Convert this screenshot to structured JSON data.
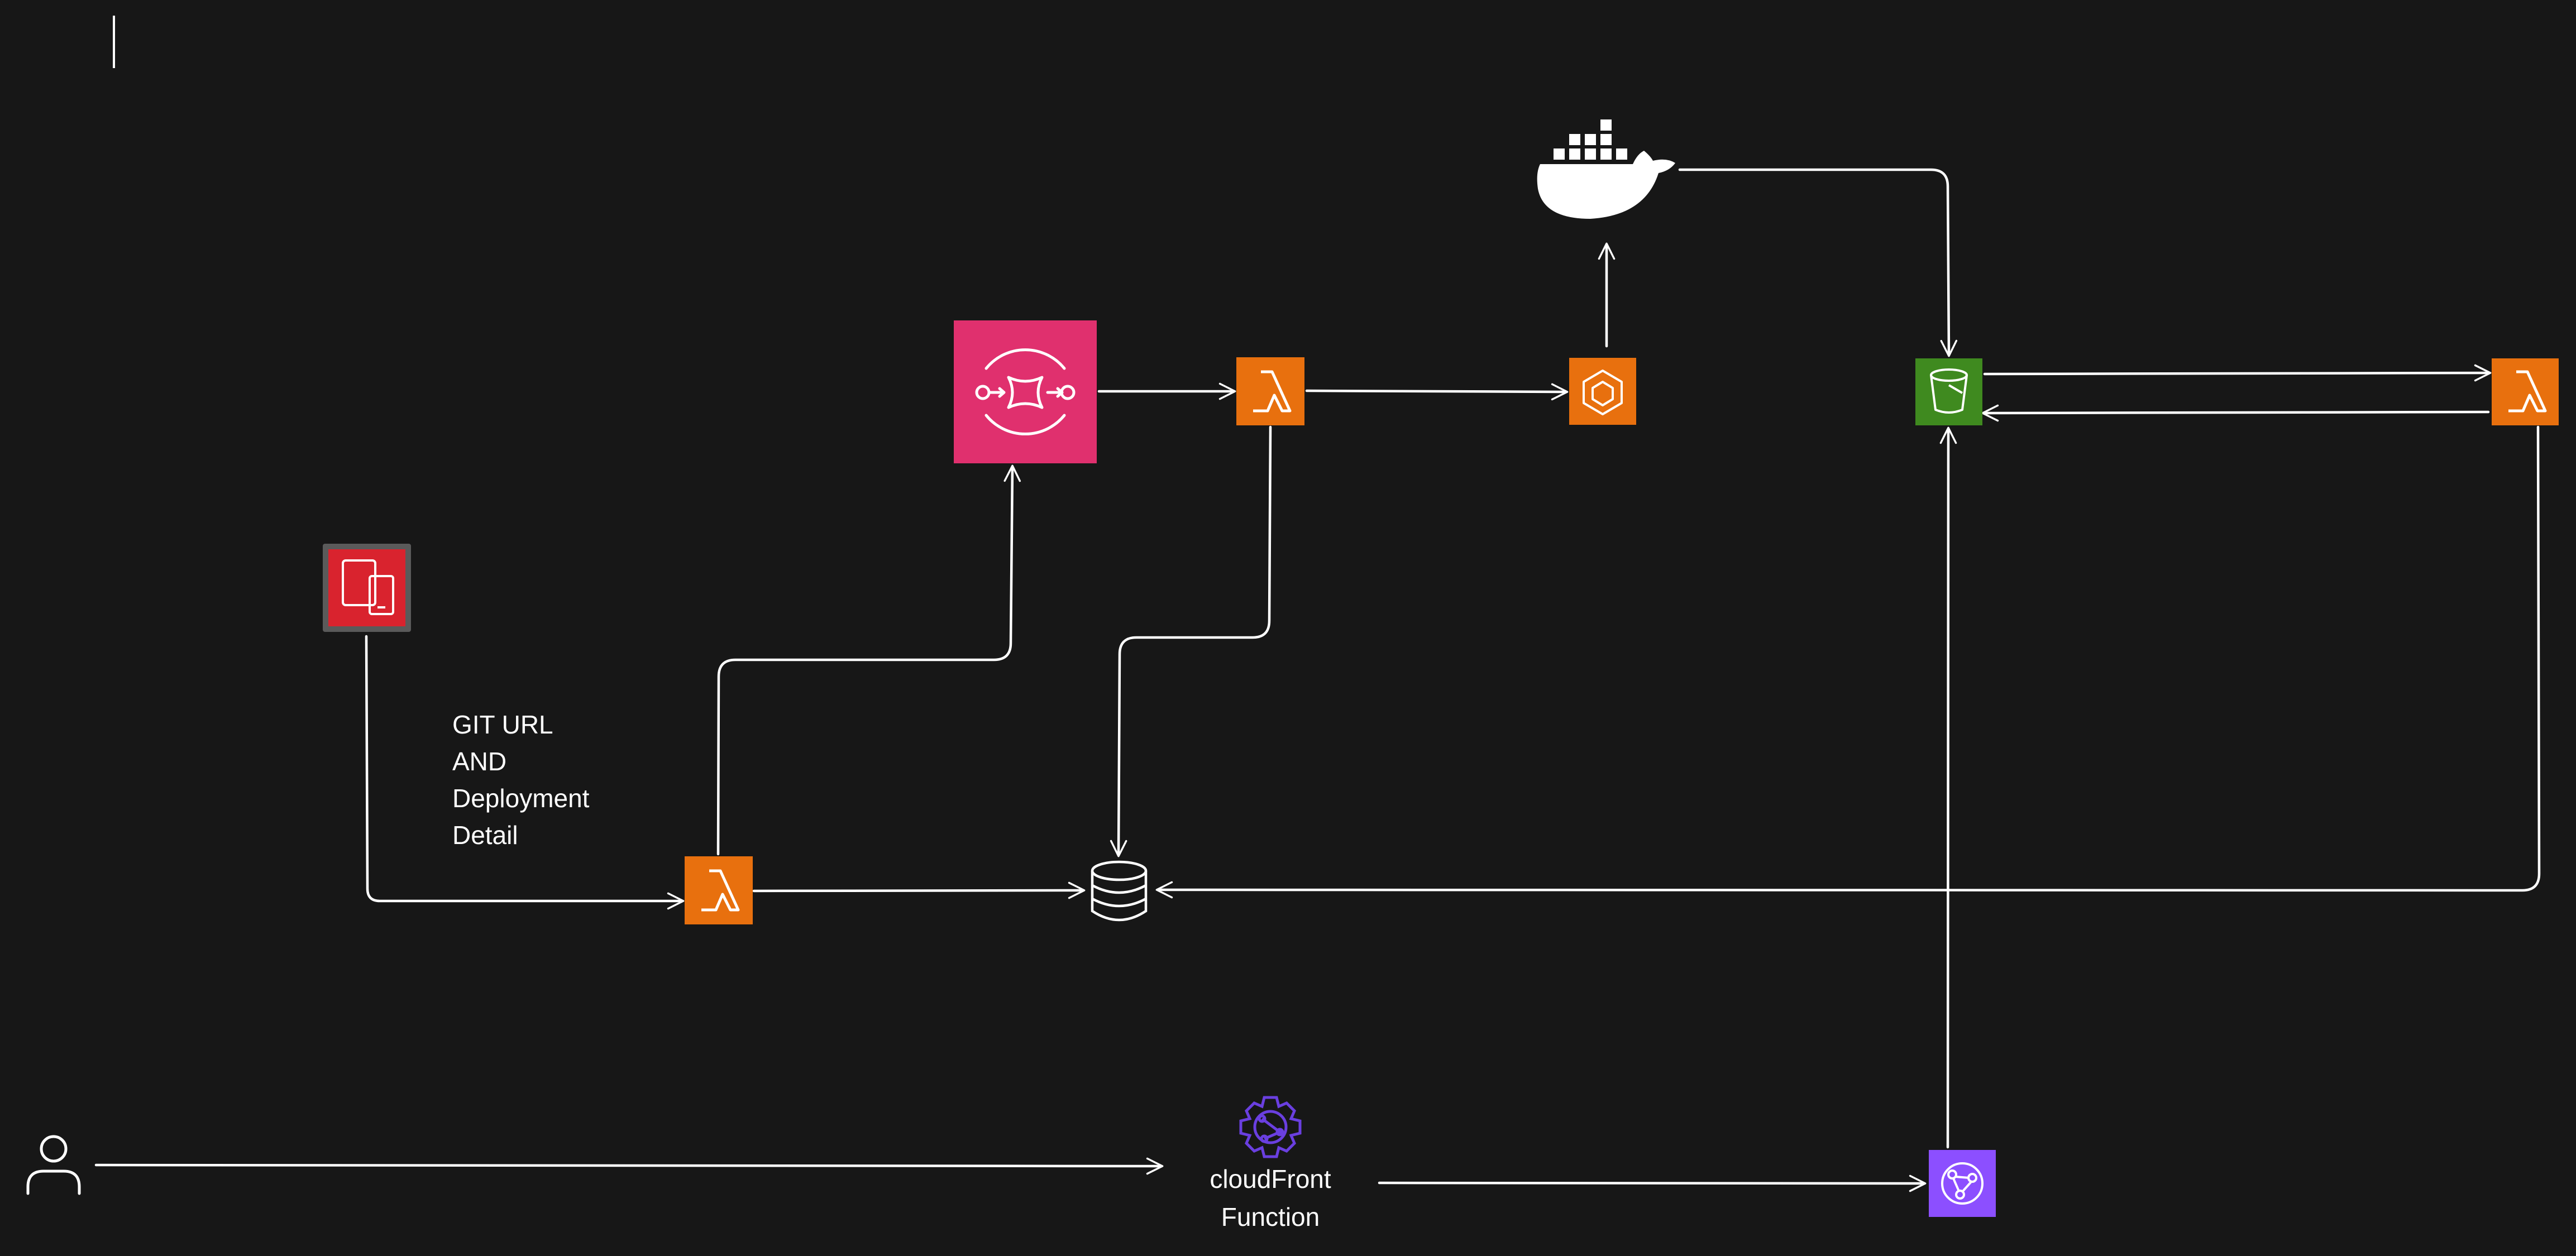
{
  "colors": {
    "background": "#171717",
    "connector": "#ffffff",
    "lambda_orange": "#e8700e",
    "sqs_pink": "#e0306e",
    "s3_green": "#3f8a1f",
    "amplify_red": "#d9232e",
    "cloudfront_purple": "#8c4fff",
    "function_outline": "#6a3fe0"
  },
  "icons": {
    "amplify": "device-mobile-tablet-icon",
    "lambda": "lambda-icon",
    "sqs": "sqs-queue-icon",
    "ecs": "ecs-container-icon",
    "docker": "docker-whale-icon",
    "s3": "s3-bucket-icon",
    "database": "database-cylinder-icon",
    "user": "user-person-icon",
    "cloudfront_function": "gear-network-icon",
    "cloudfront": "cloudfront-globe-icon"
  },
  "labels": {
    "git_line_1": "GIT URL",
    "git_line_2": "AND",
    "git_line_3": "Deployment",
    "git_line_4": "Detail",
    "cf_function_line_1": "cloudFront",
    "cf_function_line_2": "Function"
  }
}
